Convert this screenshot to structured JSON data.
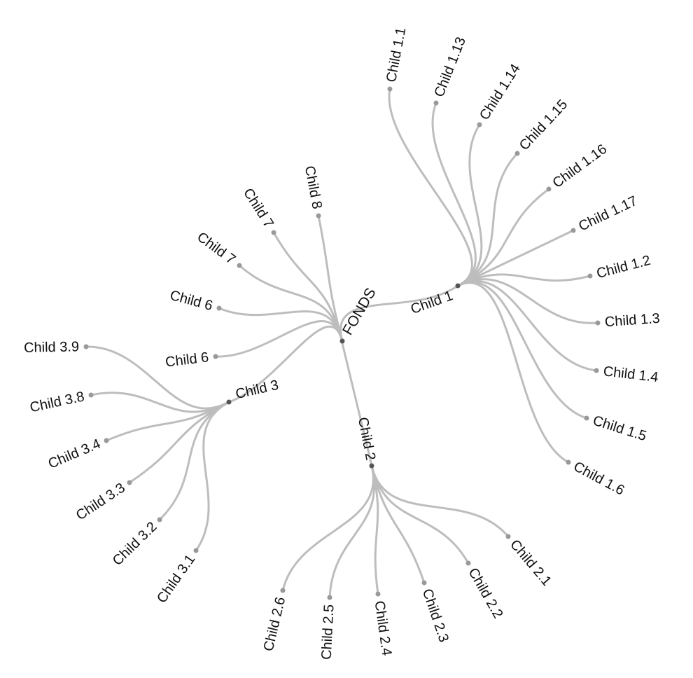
{
  "root": {
    "name": "FONDS",
    "children": [
      {
        "name": "Child 1",
        "children": [
          {
            "name": "Child 1.1"
          },
          {
            "name": "Child 1.13"
          },
          {
            "name": "Child 1.14"
          },
          {
            "name": "Child 1.15"
          },
          {
            "name": "Child 1.16"
          },
          {
            "name": "Child 1.17"
          },
          {
            "name": "Child 1.2"
          },
          {
            "name": "Child 1.3"
          },
          {
            "name": "Child 1.4"
          },
          {
            "name": "Child 1.5"
          },
          {
            "name": "Child 1.6"
          }
        ]
      },
      {
        "name": "Child 2",
        "children": [
          {
            "name": "Child 2.1"
          },
          {
            "name": "Child 2.2"
          },
          {
            "name": "Child 2.3"
          },
          {
            "name": "Child 2.4"
          },
          {
            "name": "Child 2.5"
          },
          {
            "name": "Child 2.6"
          }
        ]
      },
      {
        "name": "Child 3",
        "children": [
          {
            "name": "Child 3.1"
          },
          {
            "name": "Child 3.2"
          },
          {
            "name": "Child 3.3"
          },
          {
            "name": "Child 3.4"
          },
          {
            "name": "Child 3.8"
          },
          {
            "name": "Child 3.9"
          }
        ]
      },
      {
        "name": "Child 6"
      },
      {
        "name": "Child 6"
      },
      {
        "name": "Child 7"
      },
      {
        "name": "Child 7"
      },
      {
        "name": "Child 8"
      }
    ]
  }
}
